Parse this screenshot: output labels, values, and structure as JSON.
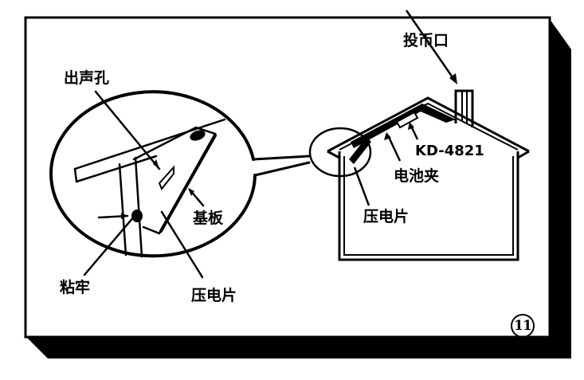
{
  "figure": {
    "number": "11",
    "colors": {
      "ink": "#000000",
      "paper": "#ffffff"
    }
  },
  "magnified_view": {
    "labels": {
      "sound_hole": "出声孔",
      "substrate": "基板",
      "glued": "粘牢",
      "piezo": "压电片"
    }
  },
  "house_view": {
    "labels": {
      "coin_slot": "投币口",
      "model": "KD-4821",
      "battery_clip": "电池夹",
      "piezo": "压电片"
    }
  }
}
